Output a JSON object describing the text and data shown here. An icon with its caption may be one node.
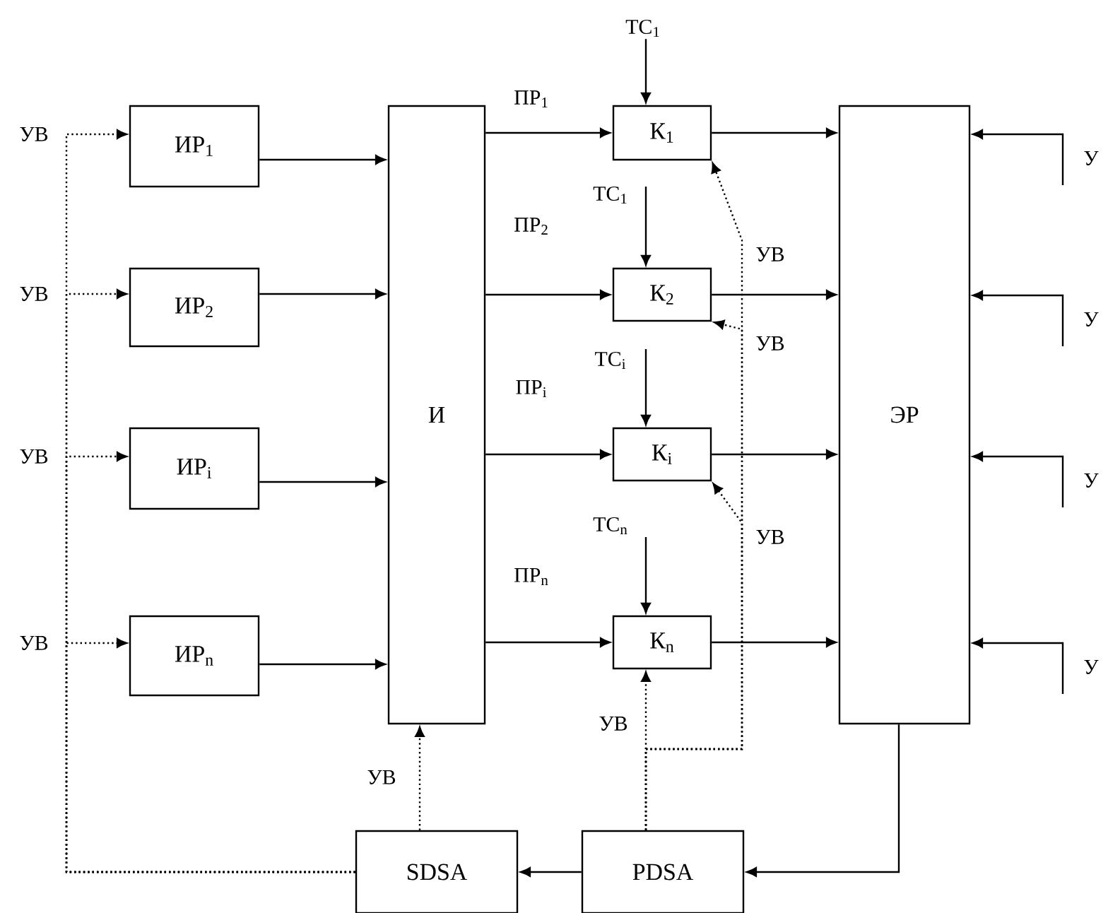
{
  "diagram": {
    "nodes": [
      {
        "text": [
          "ИР$_{1}$"
        ]
      },
      {
        "text": [
          "ИР$_{2}$"
        ]
      },
      {
        "text": [
          "ИР$_{i}$"
        ]
      },
      {
        "text": [
          "ИР$_{n}$"
        ]
      },
      {
        "text": [
          "И"
        ]
      },
      {
        "text": [
          "К$_{1}$"
        ]
      },
      {
        "text": [
          "К$_{2}$"
        ]
      },
      {
        "text": [
          "К$_{i}$"
        ]
      },
      {
        "text": [
          "К$_{n}$"
        ]
      },
      {
        "text": [
          "ЭР"
        ]
      },
      {
        "text": [
          "SDSA"
        ]
      },
      {
        "text": [
          "PDSA"
        ]
      },
      {
        "text": [
          "ТС$_{1}$"
        ]
      },
      {
        "text": [
          "ТС$_{1}$"
        ]
      },
      {
        "text": [
          "ТС$_{i}$"
        ]
      },
      {
        "text": [
          "ТС$_{n}$"
        ]
      }
    ],
    "edges": [
      {
        "from": 10,
        "to": 0,
        "arrow": "to",
        "style": "dashed",
        "label": "УВ"
      },
      {
        "from": 10,
        "to": 1,
        "arrow": "to",
        "style": "dashed",
        "label": "УВ"
      },
      {
        "from": 10,
        "to": 2,
        "arrow": "to",
        "style": "dashed",
        "label": "УВ"
      },
      {
        "from": 10,
        "to": 3,
        "arrow": "to",
        "style": "dashed",
        "label": "УВ"
      },
      {
        "from": 0,
        "to": 4,
        "arrow": "to"
      },
      {
        "from": 1,
        "to": 4,
        "arrow": "to"
      },
      {
        "from": 2,
        "to": 4,
        "arrow": "to"
      },
      {
        "from": 3,
        "to": 4,
        "arrow": "to"
      },
      {
        "from": 4,
        "to": 5,
        "arrow": "to",
        "label": "ПР$_{1}$"
      },
      {
        "from": 4,
        "to": 6,
        "arrow": "to",
        "label": "ПР$_{2}$"
      },
      {
        "from": 4,
        "to": 7,
        "arrow": "to",
        "label": "ПР$_{i}$"
      },
      {
        "from": 4,
        "to": 8,
        "arrow": "to",
        "label": "ПР$_{n}$"
      },
      {
        "from": 12,
        "to": 5,
        "arrow": "to"
      },
      {
        "from": 13,
        "to": 6,
        "arrow": "to"
      },
      {
        "from": 14,
        "to": 7,
        "arrow": "to"
      },
      {
        "from": 15,
        "to": 8,
        "arrow": "to"
      },
      {
        "from": 5,
        "to": 9,
        "arrow": "to"
      },
      {
        "from": 6,
        "to": 9,
        "arrow": "to"
      },
      {
        "from": 7,
        "to": 9,
        "arrow": "to"
      },
      {
        "from": 8,
        "to": 9,
        "arrow": "to"
      },
      {
        "from": null,
        "to": 9,
        "arrow": "to",
        "label": "У"
      },
      {
        "from": null,
        "to": 9,
        "arrow": "to",
        "label": "У"
      },
      {
        "from": null,
        "to": 9,
        "arrow": "to",
        "label": "У"
      },
      {
        "from": null,
        "to": 9,
        "arrow": "to",
        "label": "У"
      },
      {
        "from": 9,
        "to": 11,
        "arrow": "to"
      },
      {
        "from": 11,
        "to": 10,
        "arrow": "to"
      },
      {
        "from": 10,
        "to": 4,
        "arrow": "to",
        "style": "dashed",
        "label": "УВ"
      },
      {
        "from": 11,
        "to": 8,
        "arrow": "to",
        "style": "dashed",
        "label": "УВ"
      },
      {
        "from": 11,
        "to": 5,
        "arrow": "to",
        "style": "dashed",
        "label": "УВ"
      },
      {
        "from": 11,
        "to": 6,
        "arrow": "to",
        "style": "dashed",
        "label": "УВ"
      },
      {
        "from": 11,
        "to": 7,
        "arrow": "to",
        "style": "dashed",
        "label": "УВ"
      }
    ]
  }
}
